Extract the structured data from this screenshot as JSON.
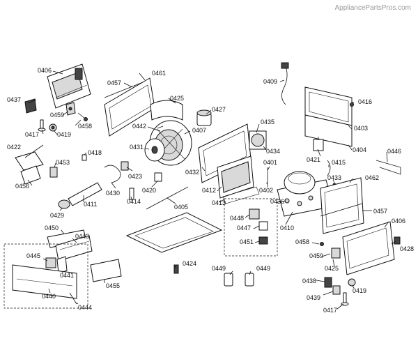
{
  "watermark": "AppliancePartsPros.com",
  "labels": {
    "l0406_top": "0406",
    "l0437": "0437",
    "l0459_upper": "0459",
    "l0458_upper": "0458",
    "l0417_upper": "0417",
    "l0419_upper": "0419",
    "l0457_top": "0457",
    "l0461": "0461",
    "l0425": "0425",
    "l0427": "0427",
    "l0442": "0442",
    "l0407": "0407",
    "l0431": "0431",
    "l0409": "0409",
    "l0435": "0435",
    "l0434": "0434",
    "l0432": "0432",
    "l0416": "0416",
    "l0403": "0403",
    "l0404": "0404",
    "l0421": "0421",
    "l0446": "0446",
    "l0401": "0401",
    "l0415": "0415",
    "l0433": "0433",
    "l0462": "0462",
    "l0402": "0402",
    "l0412": "0412",
    "l0413": "0413",
    "l0436": "0436",
    "l0410": "0410",
    "l0457_right": "0457",
    "l0406_right": "0406",
    "l0428": "0428",
    "l0458_right": "0458",
    "l0459_right": "0459",
    "l0425_right": "0425",
    "l0438": "0438",
    "l0439": "0439",
    "l0419_right": "0419",
    "l0417_right": "0417",
    "l0448": "0448",
    "l0447": "0447",
    "l0451": "0451",
    "l0449_left": "0449",
    "l0449_right": "0449",
    "l0424": "0424",
    "l0422": "0422",
    "l0456": "0456",
    "l0453": "0453",
    "l0418": "0418",
    "l0430": "0430",
    "l0423": "0423",
    "l0420": "0420",
    "l0414": "0414",
    "l0405": "0405",
    "l0411": "0411",
    "l0429": "0429",
    "l0450": "0450",
    "l0443": "0443",
    "l0445": "0445",
    "l0441": "0441",
    "l0455": "0455",
    "l0440": "0440",
    "l0444": "0444"
  }
}
